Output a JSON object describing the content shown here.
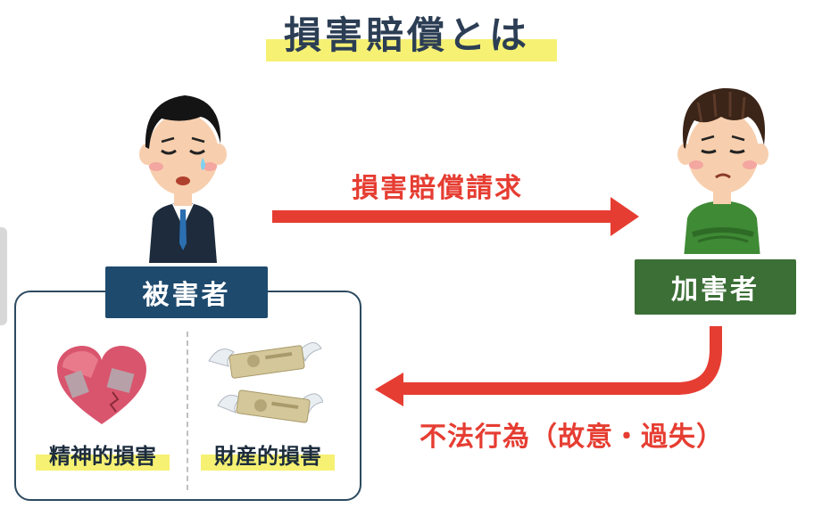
{
  "title": "損害賠償とは",
  "arrows": {
    "claim_label": "損害賠償請求",
    "tort_label": "不法行為（故意・過失）"
  },
  "victim": {
    "label": "被害者",
    "damages": [
      {
        "label": "精神的損害",
        "icon": "broken-heart-icon"
      },
      {
        "label": "財産的損害",
        "icon": "flying-money-icon"
      }
    ]
  },
  "offender": {
    "label": "加害者"
  },
  "colors": {
    "title_text": "#2c3e54",
    "highlight": "#f6f173",
    "arrow_red": "#e63d32",
    "victim_navy": "#1e4a6e",
    "offender_green": "#3b6f35"
  }
}
